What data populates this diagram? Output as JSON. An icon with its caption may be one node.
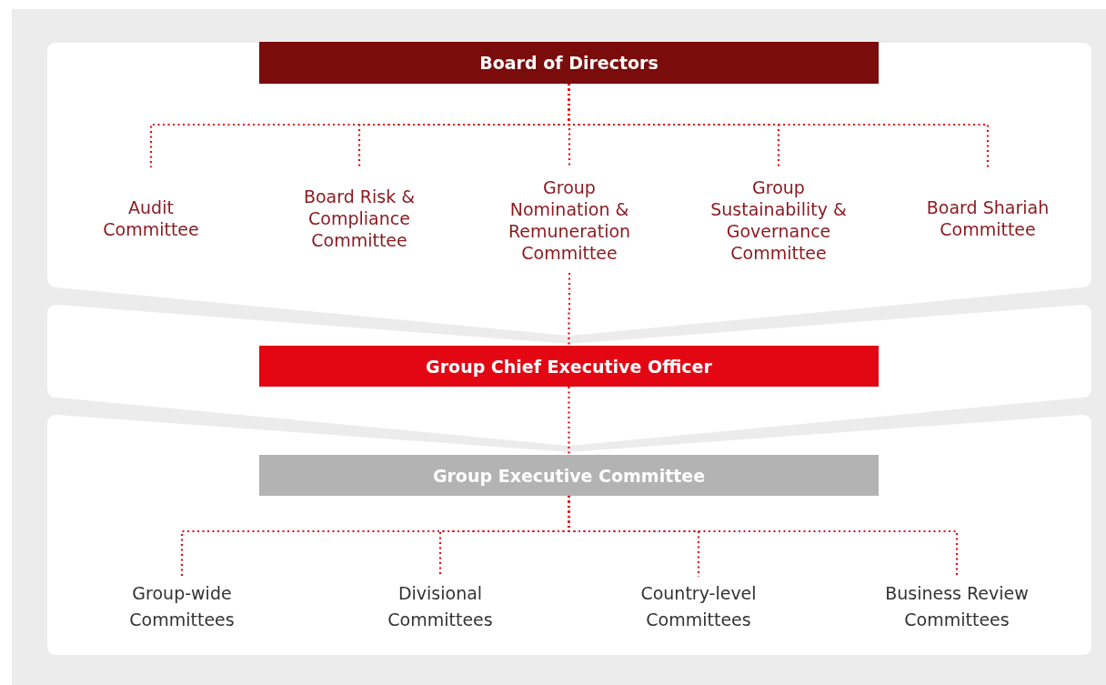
{
  "diagram": {
    "nodes": [
      {
        "text": [
          "Board of Directors"
        ]
      },
      {
        "text": [
          "Audit Committee"
        ]
      },
      {
        "text": [
          "Board Risk & Compliance Committee"
        ]
      },
      {
        "text": [
          "Group Nomination & Remuneration Committee"
        ]
      },
      {
        "text": [
          "Group Sustainability & Governance Committee"
        ]
      },
      {
        "text": [
          "Board Shariah Committee"
        ]
      },
      {
        "text": [
          "Group Chief Executive Officer"
        ]
      },
      {
        "text": [
          "Group Executive Committee"
        ]
      },
      {
        "text": [
          "Group-wide Committees"
        ]
      },
      {
        "text": [
          "Divisional Committees"
        ]
      },
      {
        "text": [
          "Country-level Committees"
        ]
      },
      {
        "text": [
          "Business Review Committees"
        ]
      }
    ],
    "edges": [
      {
        "from": 0,
        "to": 1,
        "arrow": "none",
        "style": "dashed"
      },
      {
        "from": 0,
        "to": 2,
        "arrow": "none",
        "style": "dashed"
      },
      {
        "from": 0,
        "to": 3,
        "arrow": "none",
        "style": "dashed"
      },
      {
        "from": 0,
        "to": 4,
        "arrow": "none",
        "style": "dashed"
      },
      {
        "from": 0,
        "to": 5,
        "arrow": "none",
        "style": "dashed"
      },
      {
        "from": 3,
        "to": 6,
        "arrow": "none",
        "style": "dashed"
      },
      {
        "from": 6,
        "to": 7,
        "arrow": "none",
        "style": "dashed"
      },
      {
        "from": 7,
        "to": 8,
        "arrow": "none",
        "style": "dashed"
      },
      {
        "from": 7,
        "to": 9,
        "arrow": "none",
        "style": "dashed"
      },
      {
        "from": 7,
        "to": 10,
        "arrow": "none",
        "style": "dashed"
      },
      {
        "from": 7,
        "to": 11,
        "arrow": "none",
        "style": "dashed"
      }
    ]
  }
}
